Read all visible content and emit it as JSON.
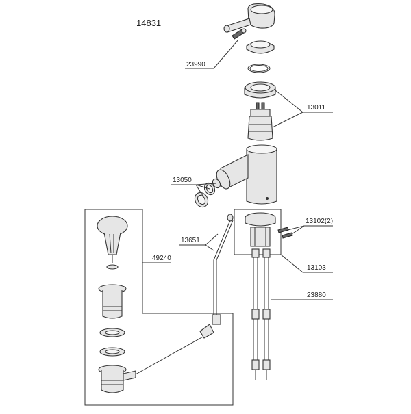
{
  "drawing": {
    "title_number": "14831"
  },
  "callouts": {
    "p23990": "23990",
    "p13011": "13011",
    "p13050": "13050",
    "p13102": "13102(2)",
    "p13651": "13651",
    "p49240": "49240",
    "p13103": "13103",
    "p23880": "23880"
  }
}
